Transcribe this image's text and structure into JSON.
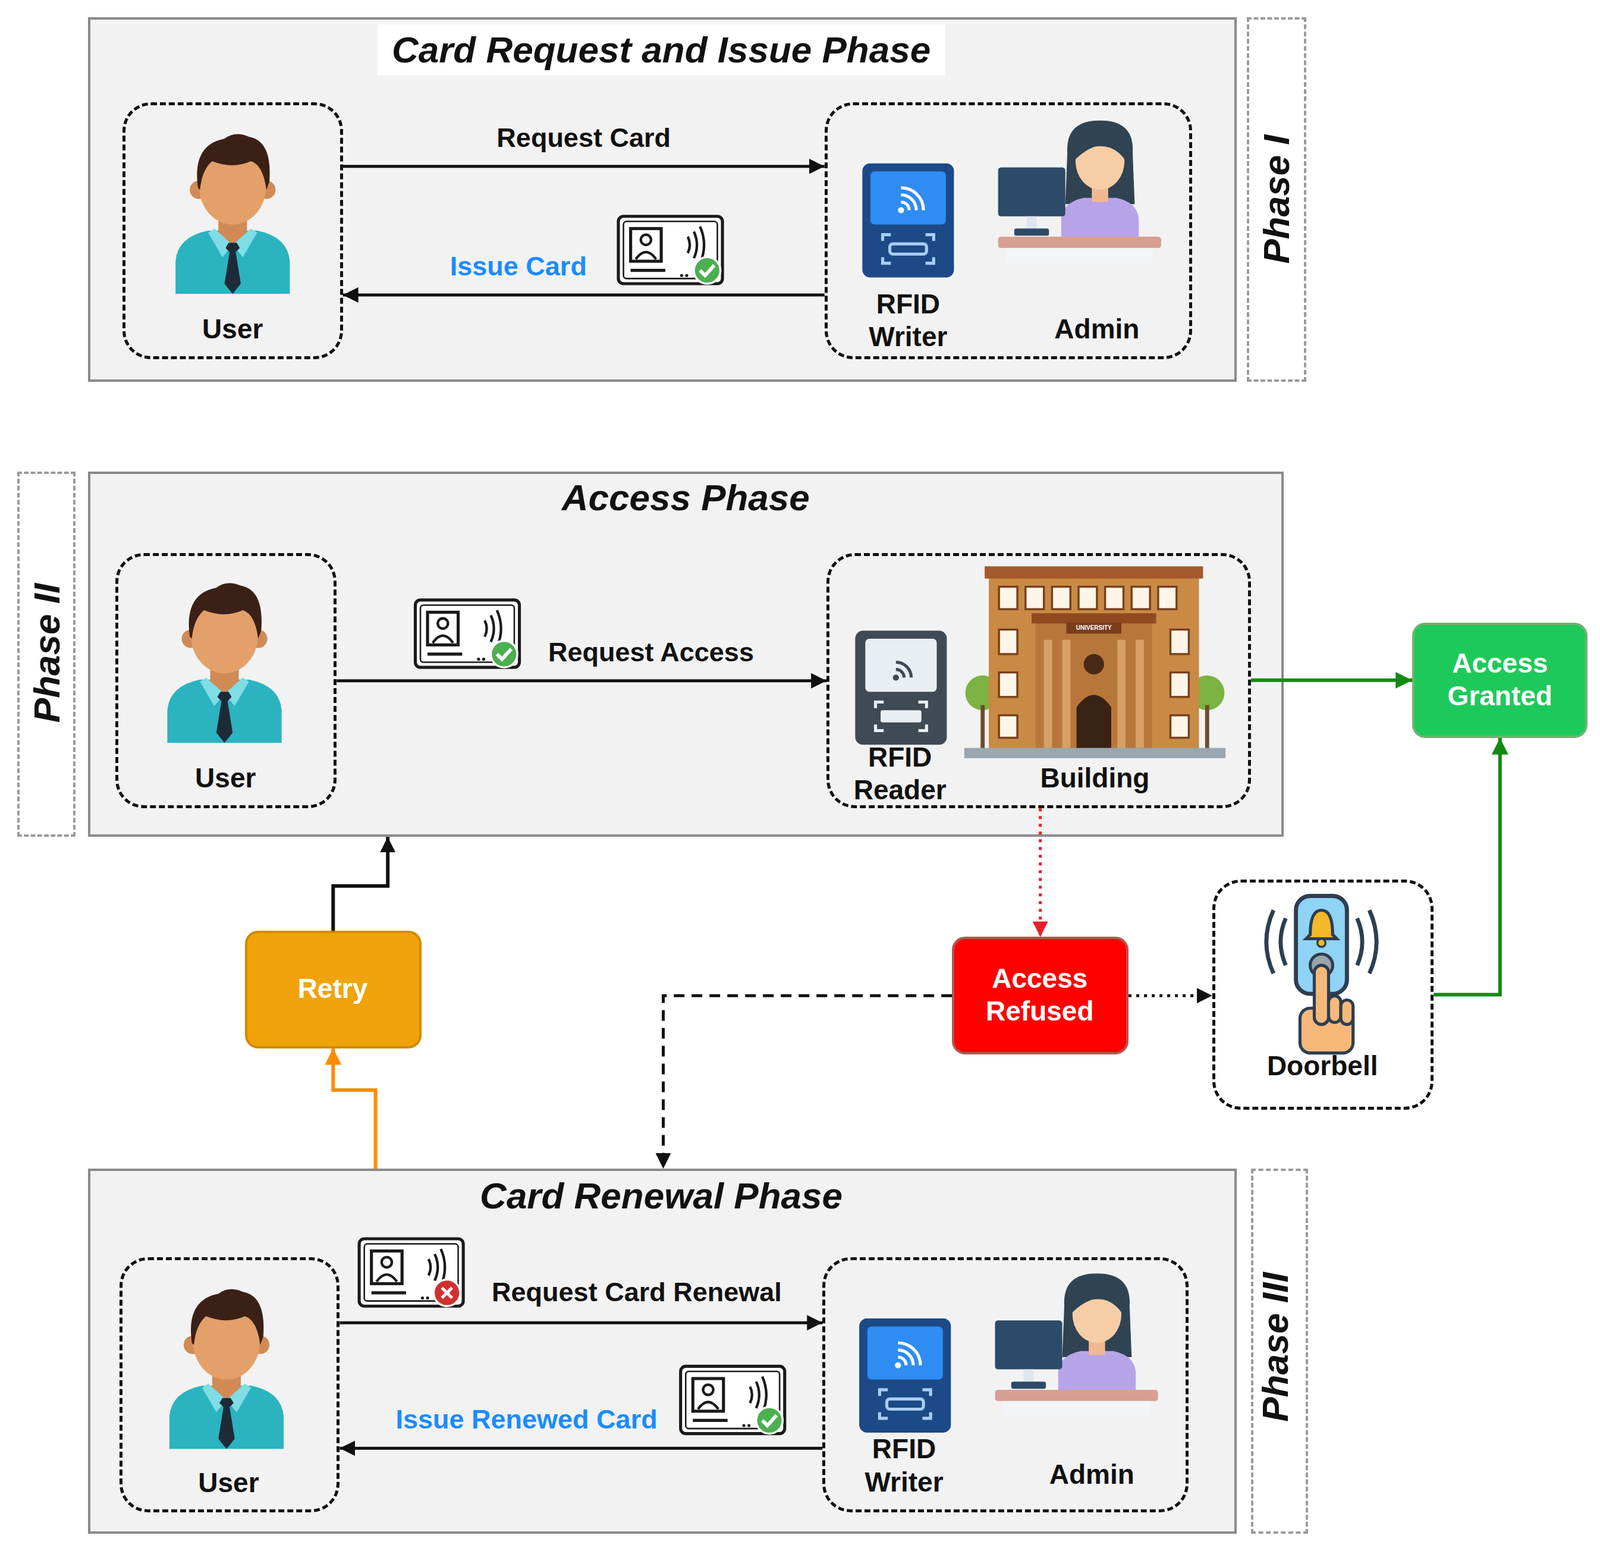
{
  "diagram": {
    "nodes": [
      {
        "text": [
          "Card Request and Issue Phase"
        ]
      },
      {
        "text": [
          "User"
        ],
        "in": 0
      },
      {
        "text": [
          "RFID Writer",
          "Admin"
        ],
        "in": 0
      },
      {
        "text": [
          "Phase I"
        ]
      },
      {
        "text": [
          "Access Phase"
        ]
      },
      {
        "text": [
          "User"
        ],
        "in": 4
      },
      {
        "text": [
          "RFID Reader",
          "Building"
        ],
        "in": 4
      },
      {
        "text": [
          "Phase II"
        ]
      },
      {
        "text": [
          "Access Granted"
        ]
      },
      {
        "text": [
          "Retry"
        ]
      },
      {
        "text": [
          "Access Refused"
        ]
      },
      {
        "text": [
          "Doorbell"
        ]
      },
      {
        "text": [
          "Card Renewal Phase"
        ]
      },
      {
        "text": [
          "User"
        ],
        "in": 12
      },
      {
        "text": [
          "RFID Writer",
          "Admin"
        ],
        "in": 12
      },
      {
        "text": [
          "Phase III"
        ]
      }
    ],
    "edges": [
      {
        "from": 1,
        "to": 2,
        "label": "Request Card",
        "arrow": "to"
      },
      {
        "from": 2,
        "to": 1,
        "label": "Issue Card",
        "arrow": "to"
      },
      {
        "from": 5,
        "to": 6,
        "label": "Request Access",
        "arrow": "to"
      },
      {
        "from": 6,
        "to": 8,
        "arrow": "to"
      },
      {
        "from": 6,
        "to": 10,
        "arrow": "to"
      },
      {
        "from": 10,
        "to": 11,
        "arrow": "to"
      },
      {
        "from": 10,
        "to": 12,
        "arrow": "to"
      },
      {
        "from": 11,
        "to": 8,
        "arrow": "to"
      },
      {
        "from": 12,
        "to": 9,
        "arrow": "to"
      },
      {
        "from": 9,
        "to": 4,
        "arrow": "to"
      },
      {
        "from": 13,
        "to": 14,
        "label": "Request Card Renewal",
        "arrow": "to"
      },
      {
        "from": 14,
        "to": 13,
        "label": "Issue Renewed Card",
        "arrow": "to"
      }
    ],
    "labels": [
      "UNIVERSITY"
    ]
  }
}
